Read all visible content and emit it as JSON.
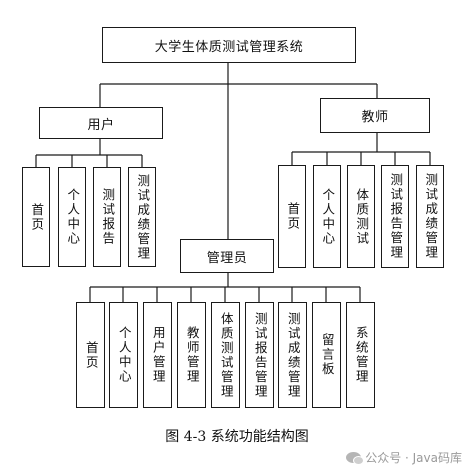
{
  "root": {
    "label": "大学生体质测试管理系统"
  },
  "user": {
    "label": "用户",
    "children": [
      "首页",
      "个人中心",
      "测试报告",
      "测试成绩管理"
    ]
  },
  "teacher": {
    "label": "教师",
    "children": [
      "首页",
      "个人中心",
      "体质测试",
      "测试报告管理",
      "测试成绩管理"
    ]
  },
  "admin": {
    "label": "管理员",
    "children": [
      "首页",
      "个人中心",
      "用户管理",
      "教师管理",
      "体质测试管理",
      "测试报告管理",
      "测试成绩管理",
      "留言板",
      "系统管理"
    ]
  },
  "caption": "图 4-3 系统功能结构图",
  "watermark": "公众号 · Java码库"
}
